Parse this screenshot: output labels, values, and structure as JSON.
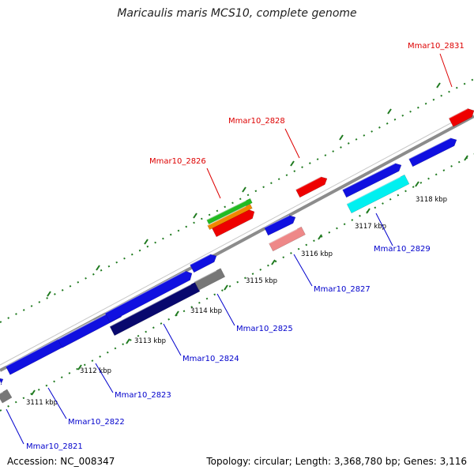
{
  "title": "Maricaulis maris MCS10, complete genome",
  "footer": {
    "accession": "Accession: NC_008347",
    "summary": "Topology: circular; Length: 3,368,780 bp; Genes: 3,116"
  },
  "colors": {
    "backbone": "#8c8c8c",
    "tick": "#1f7a1f",
    "label_red": "#dd0000",
    "label_blue": "#0000cc"
  },
  "scale": {
    "ticks": [
      {
        "label": "3111 kbp"
      },
      {
        "label": "3112 kbp"
      },
      {
        "label": "3113 kbp"
      },
      {
        "label": "3114 kbp"
      },
      {
        "label": "3115 kbp"
      },
      {
        "label": "3116 kbp"
      },
      {
        "label": "3117 kbp"
      },
      {
        "label": "3118 kbp"
      }
    ]
  },
  "gene_labels": [
    {
      "name": "Mmar10_2821",
      "color": "#0000cc"
    },
    {
      "name": "Mmar10_2822",
      "color": "#0000cc"
    },
    {
      "name": "Mmar10_2823",
      "color": "#0000cc"
    },
    {
      "name": "Mmar10_2824",
      "color": "#0000cc"
    },
    {
      "name": "Mmar10_2825",
      "color": "#0000cc"
    },
    {
      "name": "Mmar10_2826",
      "color": "#dd0000"
    },
    {
      "name": "Mmar10_2827",
      "color": "#0000cc"
    },
    {
      "name": "Mmar10_2828",
      "color": "#dd0000"
    },
    {
      "name": "Mmar10_2829",
      "color": "#0000cc"
    },
    {
      "name": "Mmar10_2831",
      "color": "#dd0000"
    }
  ],
  "feature_colors": {
    "blue": "#1010e0",
    "navy": "#08086e",
    "gray": "#777777",
    "red": "#ee0000",
    "pink": "#ee8888",
    "cyan": "#00f0f0",
    "green": "#22bb22",
    "orange": "#ee8800"
  }
}
